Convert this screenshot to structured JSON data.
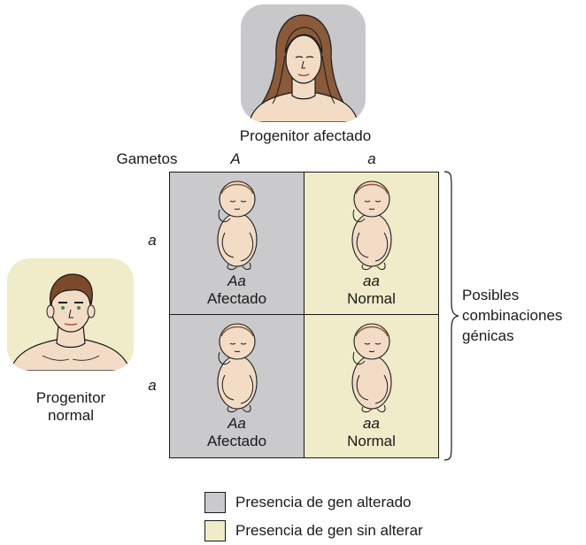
{
  "colors": {
    "altered": "#cacacc",
    "normal": "#f0ebc8",
    "border": "#1a1a1a"
  },
  "parents": {
    "affected_label": "Progenitor afectado",
    "normal_label_line1": "Progenitor",
    "normal_label_line2": "normal"
  },
  "gametes": {
    "label": "Gametos",
    "top": [
      "A",
      "a"
    ],
    "side": [
      "a",
      "a"
    ]
  },
  "cells": [
    {
      "genotype": "Aa",
      "phenotype": "Afectado",
      "status": "altered"
    },
    {
      "genotype": "aa",
      "phenotype": "Normal",
      "status": "normal"
    },
    {
      "genotype": "Aa",
      "phenotype": "Afectado",
      "status": "altered"
    },
    {
      "genotype": "aa",
      "phenotype": "Normal",
      "status": "normal"
    }
  ],
  "brace_label": {
    "line1": "Posibles",
    "line2": "combinaciones",
    "line3": "génicas"
  },
  "legend": [
    {
      "label": "Presencia de gen alterado",
      "status": "altered"
    },
    {
      "label": "Presencia de gen sin alterar",
      "status": "normal"
    }
  ]
}
